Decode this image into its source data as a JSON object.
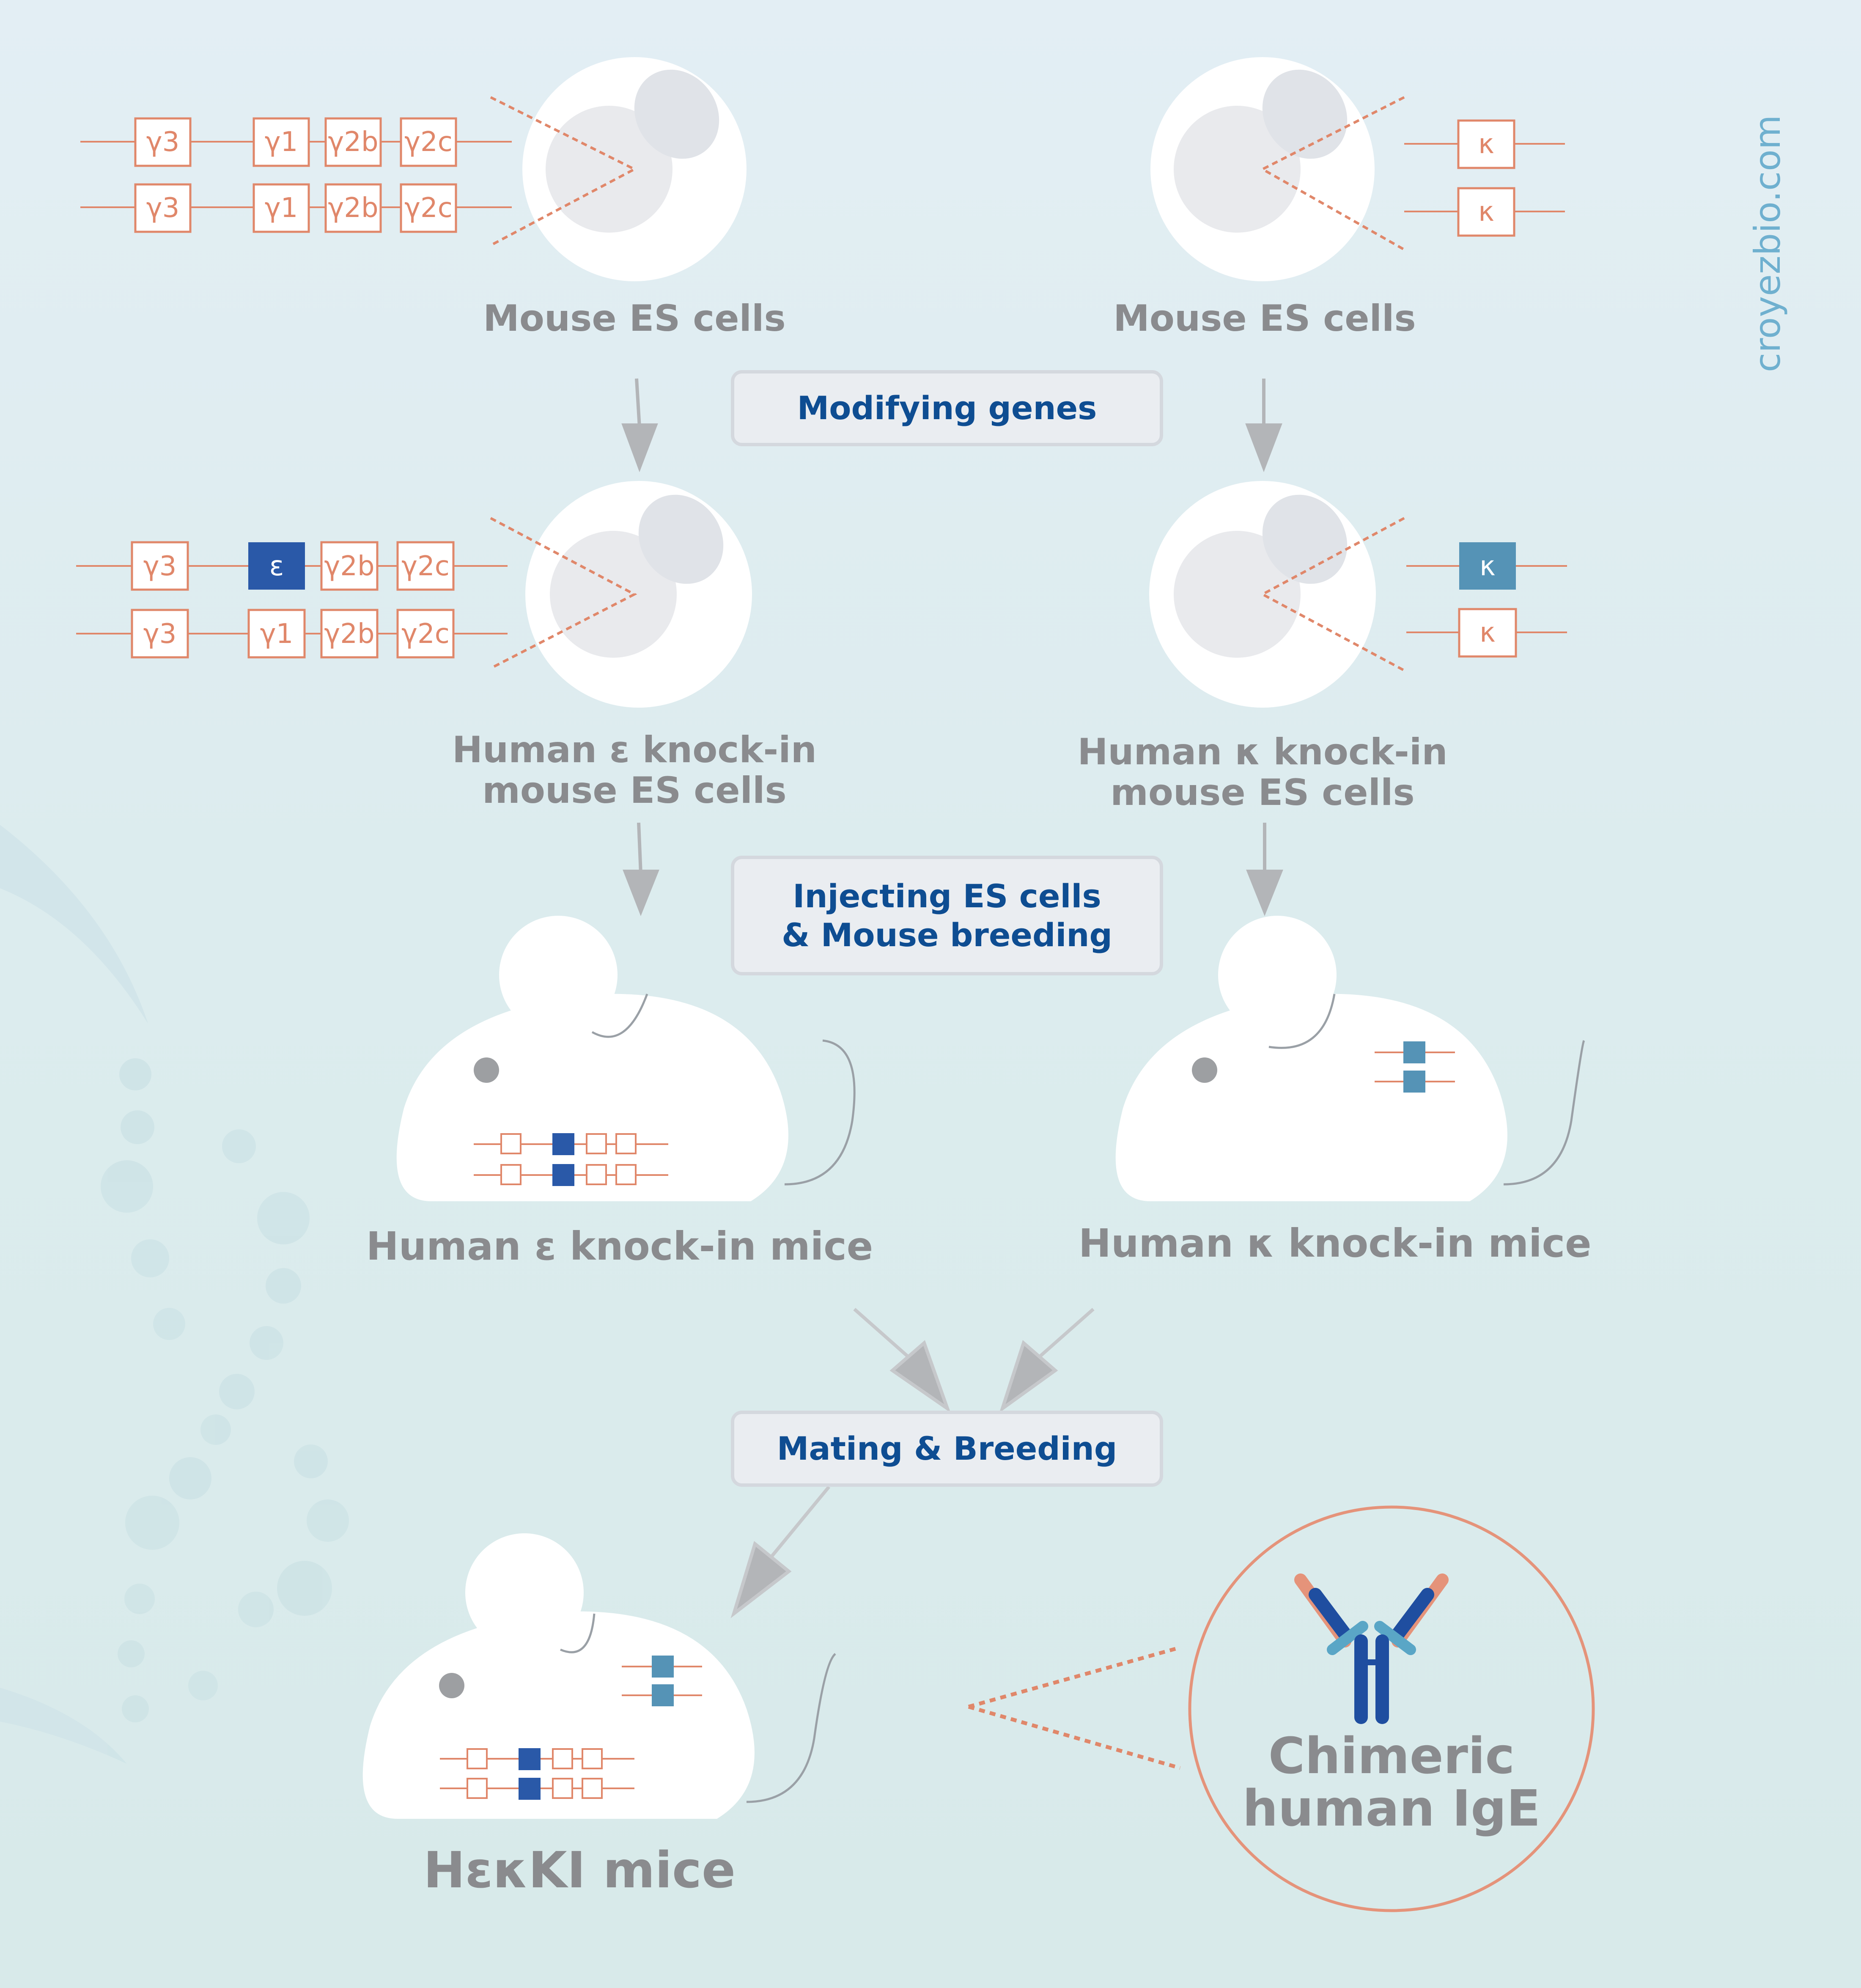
{
  "watermark": "croyezbio.com",
  "steps": {
    "modifying": "Modifying genes",
    "injecting_1": "Injecting ES cells",
    "injecting_2": "& Mouse breeding",
    "mating": "Mating & Breeding"
  },
  "labels": {
    "es_left": "Mouse ES cells",
    "es_right": "Mouse ES cells",
    "ki_eps_1": "Human ε knock-in",
    "ki_eps_2": "mouse ES cells",
    "ki_kap_1": "Human κ knock-in",
    "ki_kap_2": "mouse ES cells",
    "mice_eps": "Human ε knock-in mice",
    "mice_kap": "Human κ knock-in mice",
    "hekki": "HεκKI mice",
    "ige_1": "Chimeric",
    "ige_2": "human IgE"
  },
  "genes": {
    "g3": "γ3",
    "g1": "γ1",
    "g2b": "γ2b",
    "g2c": "γ2c",
    "eps": "ε",
    "kappa": "κ"
  },
  "colors": {
    "gene_outline": "#e0876a",
    "epsilon_fill": "#2a59a8",
    "kappa_fill": "#5593b6",
    "step_text": "#0e4d92",
    "label_text": "#8a8b8e",
    "arrow": "#b3b5b8",
    "watermark": "#6fb0cf"
  }
}
